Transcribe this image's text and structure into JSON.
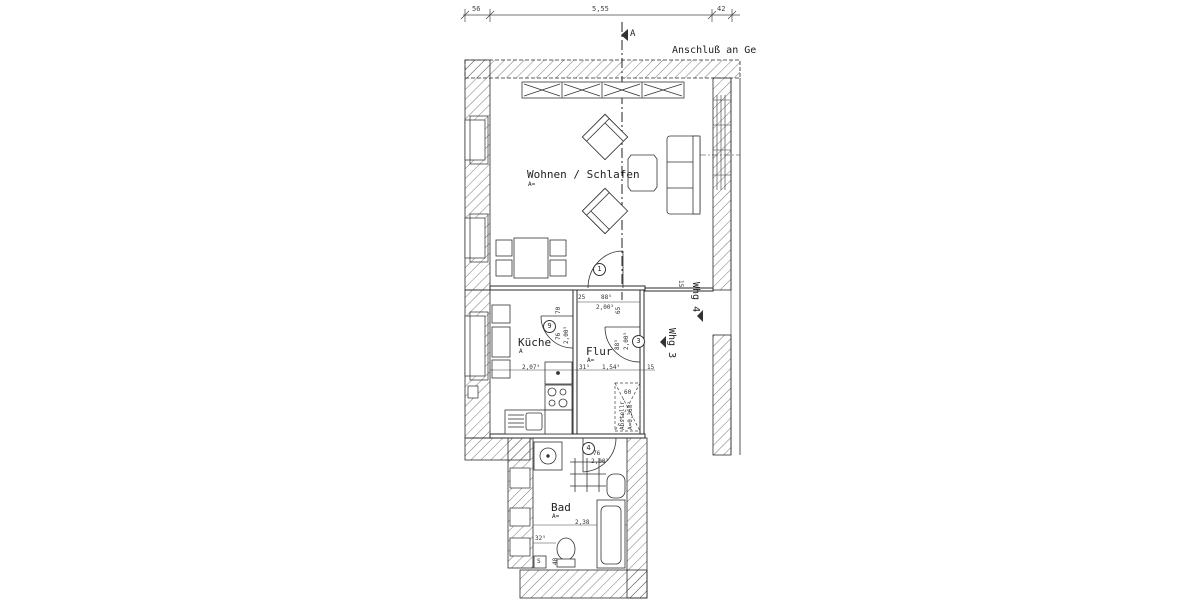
{
  "drawing": {
    "type": "floor-plan",
    "top_dimensions": [
      "56",
      "5,55",
      "42"
    ],
    "section_marker": "A",
    "connection_note": "Anschluß an Ge",
    "colors": {
      "line": "#2a2a2a",
      "hatch": "#555555",
      "background": "#ffffff"
    }
  },
  "rooms": [
    {
      "name": "Wohnen / Schlafen",
      "area_label": "A="
    },
    {
      "name": "Küche",
      "area_label": "A"
    },
    {
      "name": "Flur",
      "area_label": "A="
    },
    {
      "name": "Bad",
      "area_label": "A="
    }
  ],
  "doors": [
    {
      "number": "1"
    },
    {
      "number": "9"
    },
    {
      "number": "3"
    },
    {
      "number": "4"
    }
  ],
  "dimensions": {
    "kitchen_width": "2,07⁵",
    "flur_left": "31⁵",
    "flur_width": "1,54⁵",
    "flur_right": "15",
    "kitchen_door_top": "70",
    "kitchen_door_width": "76",
    "kitchen_door_height": "2,00⁵",
    "flur_top_left": "25",
    "flur_door_width": "88⁵",
    "flur_door_height": "2,00⁵",
    "flur_door_side": "65",
    "flur_door2_width": "88⁵",
    "flur_door2_height": "2,00⁵",
    "wall_15": "15",
    "abstell_width": "60",
    "abstell_label": "Abstellr.",
    "abstell_area": "A=0,36m²",
    "bad_door_width": "76",
    "bad_door_height": "2,00⁵",
    "bad_width": "2,38",
    "bad_left": "32⁵",
    "bad_small": "48",
    "shaft_label": "S"
  },
  "apartments": {
    "upper": "Whg 4",
    "lower": "Whg 3"
  }
}
